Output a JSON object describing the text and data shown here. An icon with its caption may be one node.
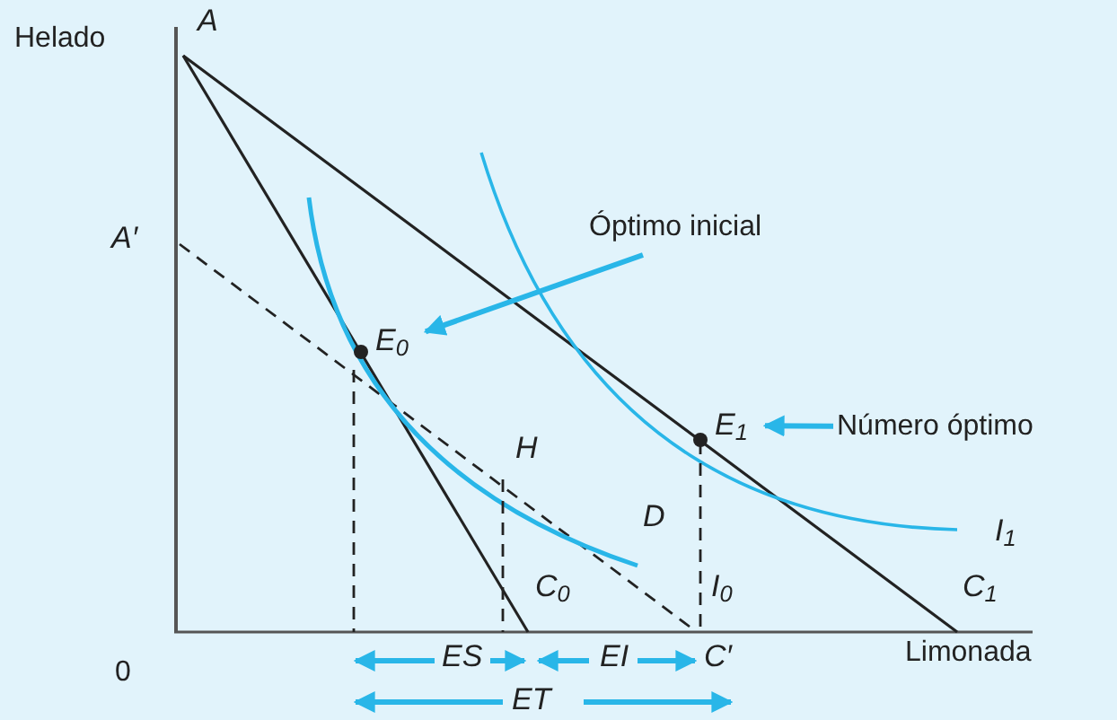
{
  "diagram": {
    "nodes": [
      {
        "text": [
          "Óptimo inicial"
        ]
      },
      {
        "text": [
          "E$_{0}$"
        ]
      },
      {
        "text": [
          "Número óptimo"
        ]
      },
      {
        "text": [
          "E$_{1}$"
        ]
      }
    ],
    "edges": [
      {
        "from": 0,
        "to": 1,
        "arrow": "to"
      },
      {
        "from": 2,
        "to": 3,
        "arrow": "to"
      }
    ],
    "labels": [
      "Helado",
      "A",
      "A′",
      "H",
      "D",
      "I$_{1}$",
      "C$_{0}$",
      "I$_{0}$",
      "C$_{1}$",
      "ES",
      "EI",
      "C′",
      "Limonada",
      "0",
      "ET"
    ]
  }
}
